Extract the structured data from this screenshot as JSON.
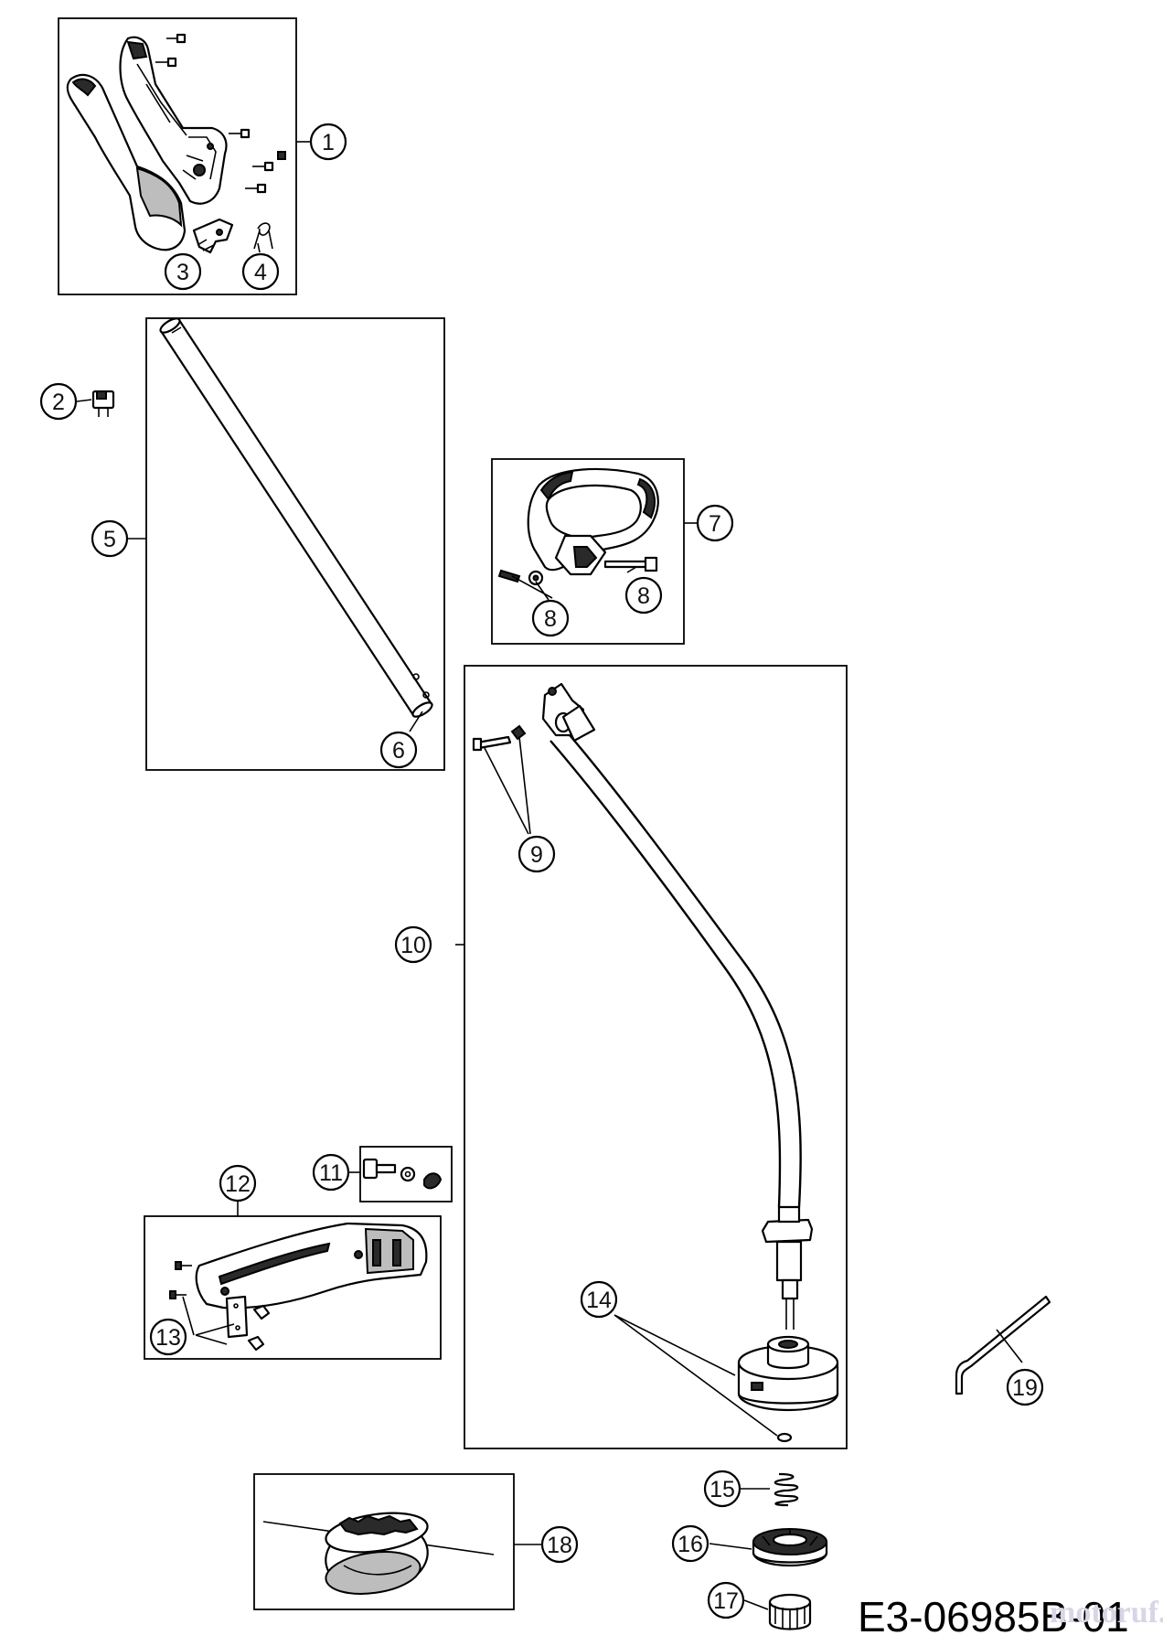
{
  "callouts": [
    {
      "id": "1",
      "label": "1"
    },
    {
      "id": "2",
      "label": "2"
    },
    {
      "id": "3",
      "label": "3"
    },
    {
      "id": "4",
      "label": "4"
    },
    {
      "id": "5",
      "label": "5"
    },
    {
      "id": "6",
      "label": "6"
    },
    {
      "id": "7",
      "label": "7"
    },
    {
      "id": "8a",
      "label": "8"
    },
    {
      "id": "8b",
      "label": "8"
    },
    {
      "id": "9",
      "label": "9"
    },
    {
      "id": "10",
      "label": "10"
    },
    {
      "id": "11",
      "label": "11"
    },
    {
      "id": "12",
      "label": "12"
    },
    {
      "id": "13",
      "label": "13"
    },
    {
      "id": "14",
      "label": "14"
    },
    {
      "id": "15",
      "label": "15"
    },
    {
      "id": "16",
      "label": "16"
    },
    {
      "id": "17",
      "label": "17"
    },
    {
      "id": "18",
      "label": "18"
    },
    {
      "id": "19",
      "label": "19"
    }
  ],
  "diagram_code": "E3-06985B-01",
  "watermark": "motoruf.de"
}
